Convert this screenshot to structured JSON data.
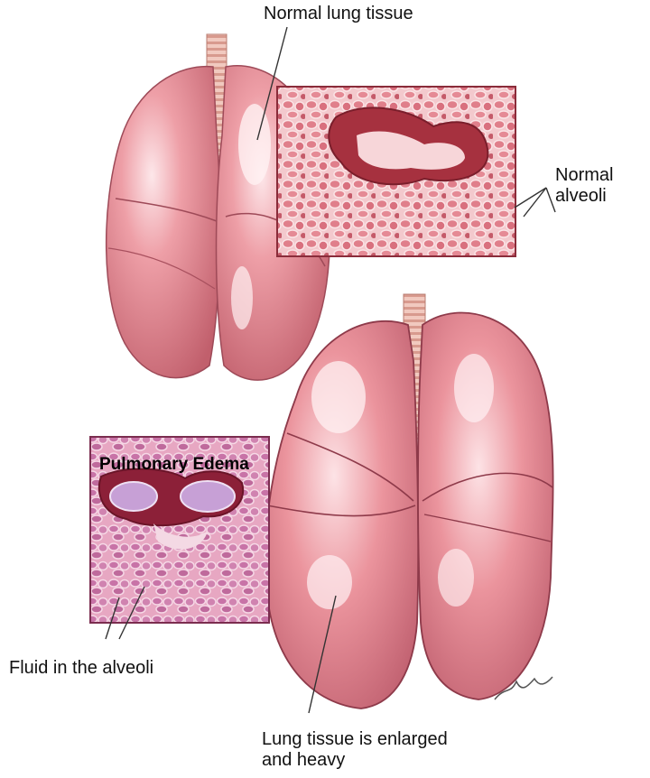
{
  "labels": {
    "normal_lung_tissue": "Normal lung tissue",
    "normal_alveoli_line1": "Normal",
    "normal_alveoli_line2": "alveoli",
    "pulmonary_edema": "Pulmonary Edema",
    "fluid_in_alveoli": "Fluid in the alveoli",
    "enlarged_line1": "Lung tissue is enlarged",
    "enlarged_line2": "and heavy"
  },
  "colors": {
    "lung_fill": "#e9959d",
    "lung_shade": "#c8646f",
    "lung_highlight": "#fbe1e3",
    "alveoli_bg": "#f3c9cd",
    "alveoli_cell": "#e07f8b",
    "alveoli_dark": "#9c2b3a",
    "trachea": "#eab9b1",
    "edema_fluid": "#c9a2d8",
    "leader_line": "#333333"
  }
}
